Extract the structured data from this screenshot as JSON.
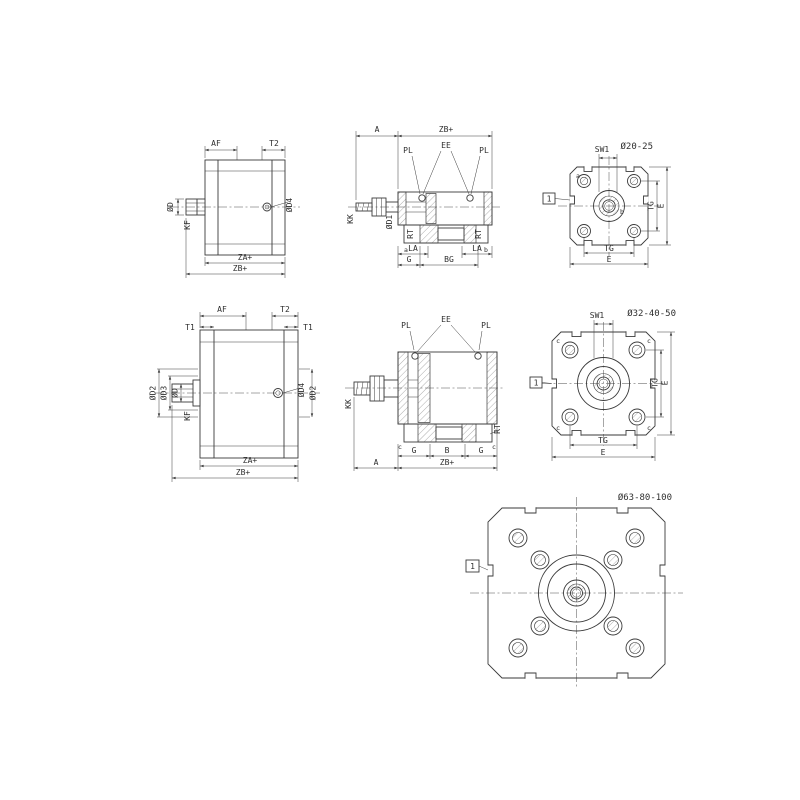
{
  "drawing": {
    "type": "technical-dimensional-drawing",
    "line_color": "#3a3a3a",
    "background": "#ffffff"
  },
  "views": {
    "side_small": {
      "af": "AF",
      "t2": "T2",
      "od": "ØD",
      "kf": "KF",
      "od4": "ØD4",
      "za": "ZA+",
      "zb": "ZB+"
    },
    "section_small": {
      "a": "A",
      "zb": "ZB+",
      "pl_left": "PL",
      "ee": "EE",
      "pl_right": "PL",
      "kk": "KK",
      "od1": "ØD1",
      "rt_left": "RT",
      "rt_right": "RT",
      "a_ref": "a",
      "b_ref": "b",
      "la_left": "LA",
      "la_right": "LA",
      "g": "G",
      "bg": "BG"
    },
    "front_small": {
      "sw1": "SW1",
      "title": "Ø20-25",
      "callout": "1",
      "a_ref": "a",
      "b_ref": "b",
      "tg_right": "TG",
      "e_right": "E",
      "tg_bottom": "TG",
      "e_bottom": "E"
    },
    "side_medium": {
      "af": "AF",
      "t2": "T2",
      "t1_left": "T1",
      "t1_right": "T1",
      "od2_left": "ØD2",
      "od3_left": "ØD3",
      "od": "ØD",
      "kf": "KF",
      "od4": "ØD4",
      "od2_right": "ØD2",
      "za": "ZA+",
      "zb": "ZB+"
    },
    "section_medium": {
      "pl_left": "PL",
      "ee": "EE",
      "pl_right": "PL",
      "kk": "KK",
      "rt": "RT",
      "c_left": "c",
      "c_right": "c",
      "g_left": "G",
      "b": "B",
      "g_right": "G",
      "a": "A",
      "zb": "ZB+"
    },
    "front_medium": {
      "sw1": "SW1",
      "title": "Ø32-40-50",
      "callout": "1",
      "c_tl": "c",
      "c_tr": "c",
      "c_bl": "c",
      "c_br": "c",
      "tg_right": "TG",
      "e_right": "E",
      "tg_bottom": "TG",
      "e_bottom": "E"
    },
    "front_large": {
      "title": "Ø63-80-100",
      "callout": "1"
    }
  }
}
